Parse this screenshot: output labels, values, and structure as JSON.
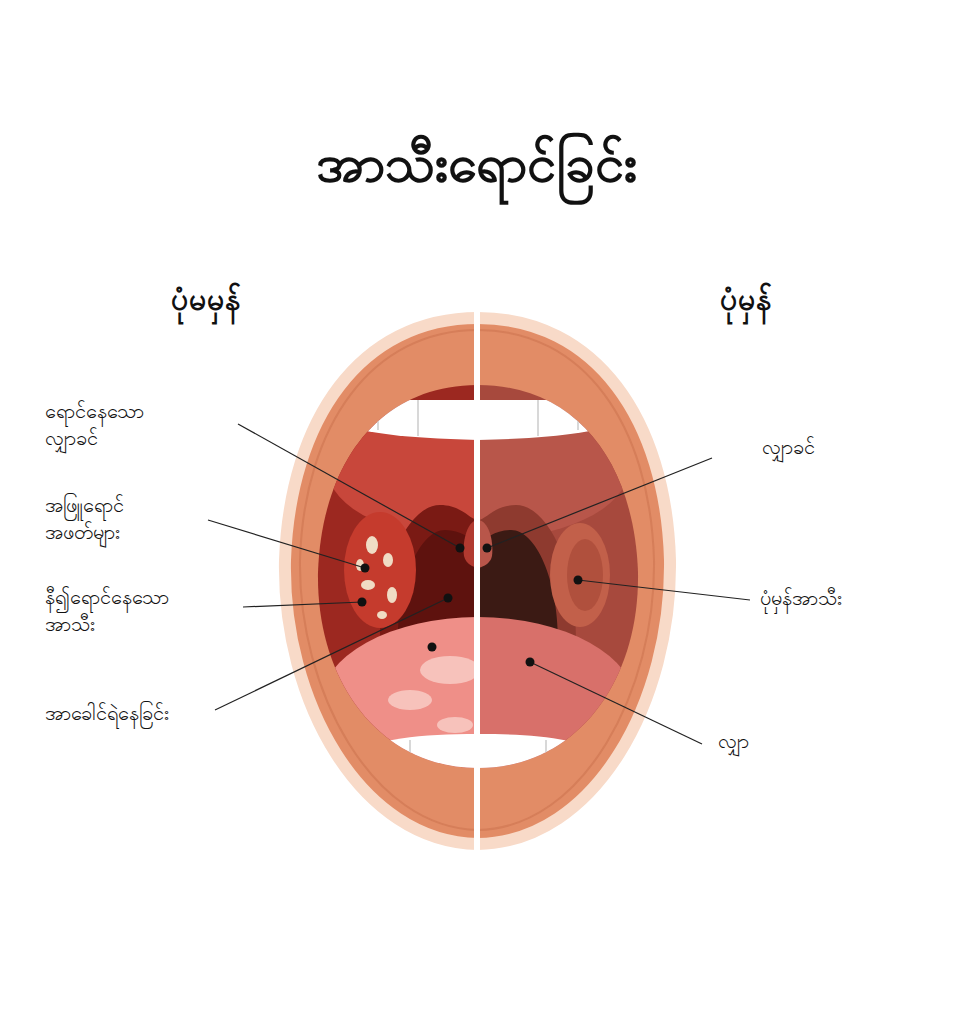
{
  "diagram": {
    "title": "အာသီးရောင်ခြင်း",
    "labels": [
      "ပုံမမှန်",
      "ပုံမှန်",
      "ရောင်နေသော လျှာခင်",
      "အဖြူရောင် အဖတ်များ",
      "နီ၍ရောင်နေသော အာသီး",
      "အာခေါင်ရဲနေခြင်း",
      "လျှာခင်",
      "ပုံမှန်အာသီး",
      "လျှာ"
    ]
  }
}
